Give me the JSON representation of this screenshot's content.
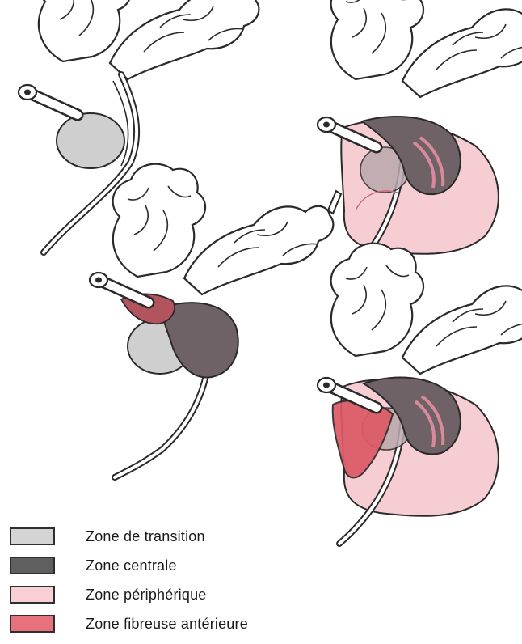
{
  "colors": {
    "transition": "#cfcfcf",
    "central": "#6f6266",
    "peripheral": "#f6cdd2",
    "anterior_fibrous": "#dd5a66",
    "outline": "#2a2a2a"
  },
  "legend": [
    {
      "label": "Zone de transition",
      "color": "#d4d4d4"
    },
    {
      "label": "Zone centrale",
      "color": "#5f5f5f"
    },
    {
      "label": "Zone périphérique",
      "color": "#f8d0d4"
    },
    {
      "label": "Zone fibreuse antérieure",
      "color": "#e8727c"
    }
  ]
}
